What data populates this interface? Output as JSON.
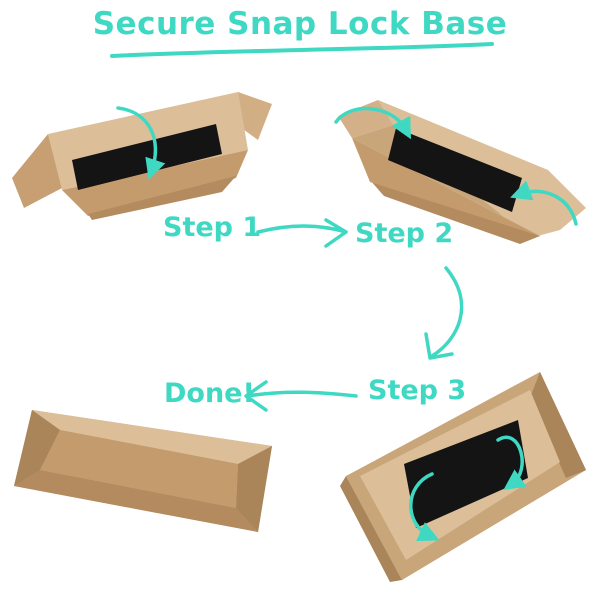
{
  "title": "Secure Snap Lock Base",
  "steps": {
    "step1": "Step 1",
    "step2": "Step 2",
    "step3": "Step 3",
    "done": "Done!"
  },
  "colors": {
    "accent": "#3ed8c3",
    "cardboard": "#c9a57a",
    "cardboard_dark": "#a98559",
    "cardboard_light": "#dcbf98",
    "slot": "#141414"
  },
  "icons": [
    "curved-arrow-icon"
  ]
}
